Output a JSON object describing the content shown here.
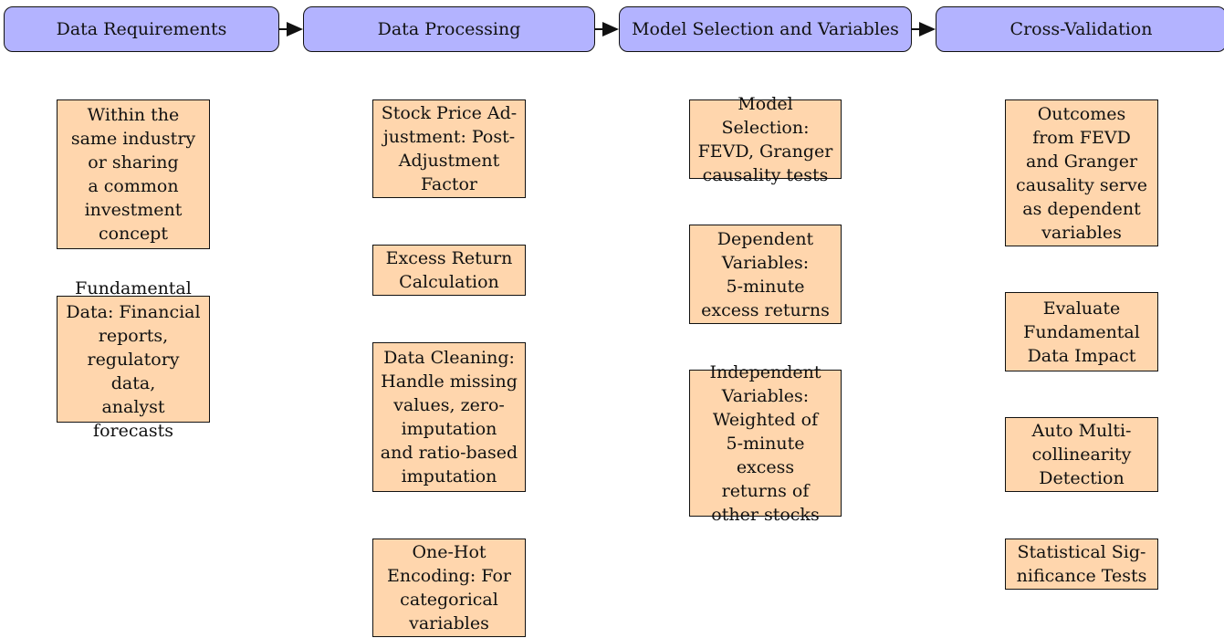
{
  "stages": [
    {
      "title": "Data Requirements",
      "steps": [
        "Within the\nsame industry\nor sharing\na common\ninvestment\nconcept",
        "Fundamental\nData: Financial\nreports,\nregulatory data,\nanalyst forecasts"
      ]
    },
    {
      "title": "Data Processing",
      "steps": [
        "Stock Price Ad-\njustment: Post-\nAdjustment\nFactor",
        "Excess Return\nCalculation",
        "Data Cleaning:\nHandle missing\nvalues, zero-\nimputation\nand ratio-based\nimputation",
        "One-Hot\nEncoding: For\ncategorical\nvariables"
      ]
    },
    {
      "title": "Model Selection and Variables",
      "steps": [
        "Model Selection:\nFEVD, Granger\ncausality tests",
        "Dependent\nVariables:\n5-minute\nexcess returns",
        "Independent\nVariables:\nWeighted of\n5-minute excess\nreturns of\nother stocks"
      ]
    },
    {
      "title": "Cross-Validation",
      "steps": [
        "Outcomes\nfrom FEVD\nand Granger\ncausality serve\nas dependent\nvariables",
        "Evaluate\nFundamental\nData Impact",
        "Auto Multi-\ncollinearity\nDetection",
        "Statistical Sig-\nnificance Tests"
      ]
    }
  ],
  "colors": {
    "header_fill": "#b3b3ff",
    "box_fill": "#ffd6ad",
    "stroke": "#111111"
  }
}
